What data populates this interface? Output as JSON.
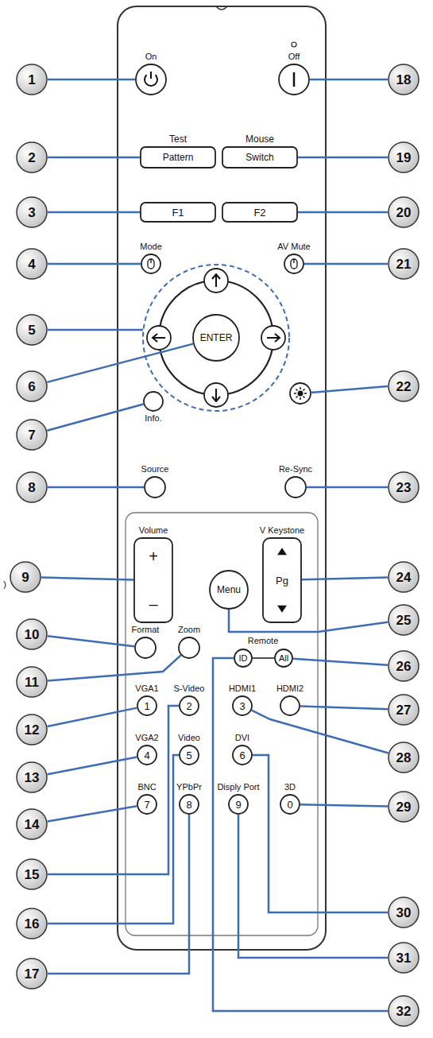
{
  "diagram": {
    "nodes": [
      {
        "text": [
          "On"
        ]
      },
      {
        "text": [
          "Off"
        ]
      },
      {
        "text": [
          "Test",
          "Pattern"
        ]
      },
      {
        "text": [
          "Mouse",
          "Switch"
        ]
      },
      {
        "text": [
          "F1"
        ]
      },
      {
        "text": [
          "F2"
        ]
      },
      {
        "text": [
          "Mode"
        ]
      },
      {
        "text": [
          "AV Mute"
        ]
      },
      {
        "text": [
          "ENTER"
        ]
      },
      {
        "text": [
          "Info."
        ]
      },
      {
        "text": [
          "Source"
        ]
      },
      {
        "text": [
          "Re-Sync"
        ]
      },
      {
        "text": [
          "Volume",
          "+",
          "–"
        ]
      },
      {
        "text": [
          "V Keystone",
          "Pg"
        ]
      },
      {
        "text": [
          "Menu"
        ]
      },
      {
        "text": [
          "Format"
        ]
      },
      {
        "text": [
          "Zoom"
        ]
      },
      {
        "text": [
          "ID"
        ]
      },
      {
        "text": [
          "All"
        ]
      },
      {
        "text": [
          "VGA1",
          "1"
        ]
      },
      {
        "text": [
          "S-Video",
          "2"
        ]
      },
      {
        "text": [
          "HDMI1",
          "3"
        ]
      },
      {
        "text": [
          "HDMI2"
        ]
      },
      {
        "text": [
          "VGA2",
          "4"
        ]
      },
      {
        "text": [
          "Video",
          "5"
        ]
      },
      {
        "text": [
          "DVI",
          "6"
        ]
      },
      {
        "text": [
          "BNC",
          "7"
        ]
      },
      {
        "text": [
          "YPbPr",
          "8"
        ]
      },
      {
        "text": [
          "Disply Port",
          "9"
        ]
      },
      {
        "text": [
          "3D",
          "0"
        ]
      },
      {
        "text": [
          "1"
        ]
      },
      {
        "text": [
          "2"
        ]
      },
      {
        "text": [
          "3"
        ]
      },
      {
        "text": [
          "4"
        ]
      },
      {
        "text": [
          "5"
        ]
      },
      {
        "text": [
          "6"
        ]
      },
      {
        "text": [
          "7"
        ]
      },
      {
        "text": [
          "8"
        ]
      },
      {
        "text": [
          "9"
        ]
      },
      {
        "text": [
          "10"
        ]
      },
      {
        "text": [
          "11"
        ]
      },
      {
        "text": [
          "12"
        ]
      },
      {
        "text": [
          "13"
        ]
      },
      {
        "text": [
          "14"
        ]
      },
      {
        "text": [
          "15"
        ]
      },
      {
        "text": [
          "16"
        ]
      },
      {
        "text": [
          "17"
        ]
      },
      {
        "text": [
          "18"
        ]
      },
      {
        "text": [
          "19"
        ]
      },
      {
        "text": [
          "20"
        ]
      },
      {
        "text": [
          "21"
        ]
      },
      {
        "text": [
          "22"
        ]
      },
      {
        "text": [
          "23"
        ]
      },
      {
        "text": [
          "24"
        ]
      },
      {
        "text": [
          "25"
        ]
      },
      {
        "text": [
          "26"
        ]
      },
      {
        "text": [
          "27"
        ]
      },
      {
        "text": [
          "28"
        ]
      },
      {
        "text": [
          "29"
        ]
      },
      {
        "text": [
          "30"
        ]
      },
      {
        "text": [
          "31"
        ]
      },
      {
        "text": [
          "32"
        ]
      }
    ],
    "edges": [
      {
        "from": 30,
        "to": 0,
        "arrow": "none"
      },
      {
        "from": 31,
        "to": 2,
        "arrow": "none"
      },
      {
        "from": 32,
        "to": 4,
        "arrow": "none"
      },
      {
        "from": 33,
        "to": 6,
        "arrow": "none"
      },
      {
        "from": 35,
        "to": 8,
        "arrow": "none"
      },
      {
        "from": 36,
        "to": 9,
        "arrow": "none"
      },
      {
        "from": 37,
        "to": 10,
        "arrow": "none"
      },
      {
        "from": 38,
        "to": 12,
        "arrow": "none"
      },
      {
        "from": 39,
        "to": 15,
        "arrow": "none"
      },
      {
        "from": 40,
        "to": 16,
        "arrow": "none"
      },
      {
        "from": 41,
        "to": 19,
        "arrow": "none"
      },
      {
        "from": 42,
        "to": 23,
        "arrow": "none"
      },
      {
        "from": 43,
        "to": 26,
        "arrow": "none"
      },
      {
        "from": 44,
        "to": 20,
        "arrow": "none"
      },
      {
        "from": 45,
        "to": 24,
        "arrow": "none"
      },
      {
        "from": 46,
        "to": 27,
        "arrow": "none"
      },
      {
        "from": 47,
        "to": 1,
        "arrow": "none"
      },
      {
        "from": 48,
        "to": 3,
        "arrow": "none"
      },
      {
        "from": 49,
        "to": 5,
        "arrow": "none"
      },
      {
        "from": 50,
        "to": 7,
        "arrow": "none"
      },
      {
        "from": 52,
        "to": 11,
        "arrow": "none"
      },
      {
        "from": 53,
        "to": 13,
        "arrow": "none"
      },
      {
        "from": 54,
        "to": 14,
        "arrow": "none"
      },
      {
        "from": 55,
        "to": 18,
        "arrow": "none"
      },
      {
        "from": 56,
        "to": 22,
        "arrow": "none"
      },
      {
        "from": 57,
        "to": 21,
        "arrow": "none"
      },
      {
        "from": 58,
        "to": 29,
        "arrow": "none"
      },
      {
        "from": 59,
        "to": 25,
        "arrow": "none"
      },
      {
        "from": 60,
        "to": 28,
        "arrow": "none"
      },
      {
        "from": 61,
        "to": 17,
        "arrow": "none"
      },
      {
        "from": 17,
        "to": 18,
        "arrow": "none"
      }
    ],
    "labels": [
      "Remote",
      ")"
    ]
  }
}
